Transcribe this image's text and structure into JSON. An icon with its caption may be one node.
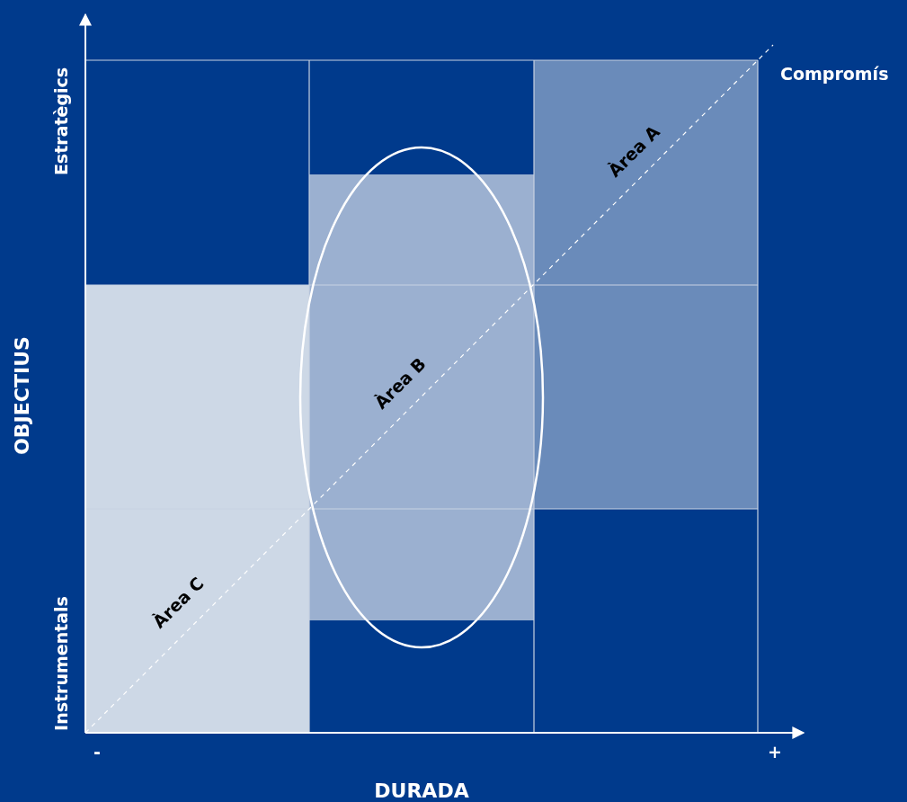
{
  "diagram": {
    "nodes": [
      {
        "text": [
          "Àrea A"
        ]
      },
      {
        "text": [
          "Àrea B"
        ]
      },
      {
        "text": [
          "Àrea C"
        ]
      }
    ],
    "labels": [
      "Estratègics",
      "Compromís",
      "OBJECTIUS",
      "Instrumentals",
      "-",
      "+",
      "DURADA"
    ]
  }
}
